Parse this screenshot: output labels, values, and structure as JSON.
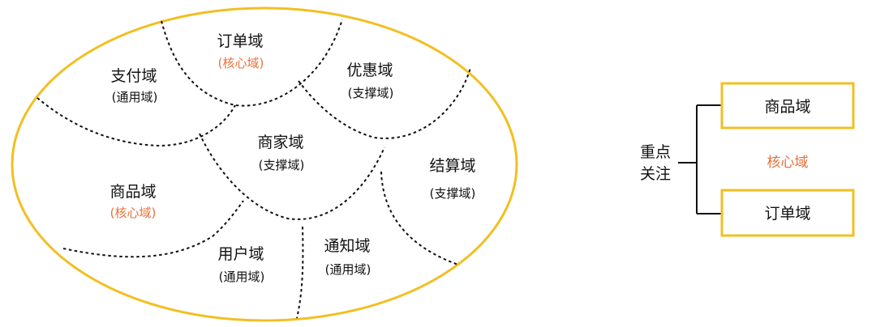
{
  "colors": {
    "ellipse": "#f2bf23",
    "core": "#e8703a",
    "text": "#111111",
    "divider": "#111111"
  },
  "domains": [
    {
      "id": "order",
      "name": "订单域",
      "type": "(核心域)",
      "is_core": true
    },
    {
      "id": "payment",
      "name": "支付域",
      "type": "(通用域)",
      "is_core": false
    },
    {
      "id": "coupon",
      "name": "优惠域",
      "type": "(支撑域)",
      "is_core": false
    },
    {
      "id": "merchant",
      "name": "商家域",
      "type": "(支撑域)",
      "is_core": false
    },
    {
      "id": "product",
      "name": "商品域",
      "type": "(核心域)",
      "is_core": true
    },
    {
      "id": "settle",
      "name": "结算域",
      "type": "(支撑域)",
      "is_core": false
    },
    {
      "id": "user",
      "name": "用户域",
      "type": "(通用域)",
      "is_core": false
    },
    {
      "id": "notify",
      "name": "通知域",
      "type": "(通用域)",
      "is_core": false
    }
  ],
  "legend": {
    "focus_line1": "重点",
    "focus_line2": "关注",
    "box_top": "商品域",
    "core_label": "核心域",
    "box_bottom": "订单域"
  }
}
